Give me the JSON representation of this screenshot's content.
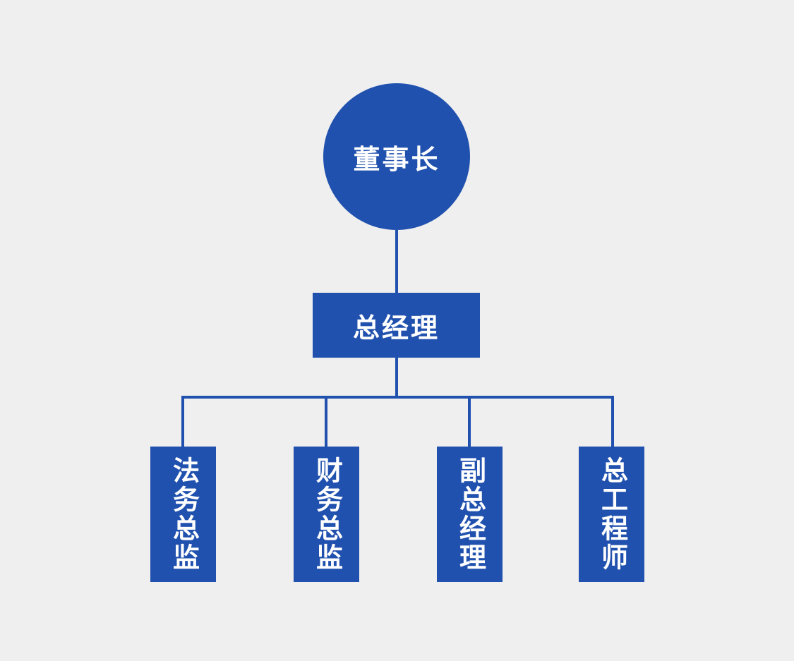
{
  "colors": {
    "background": "#EFEFEF",
    "shape_fill": "#2151AE",
    "line": "#2151AE",
    "node_text": "#FFFFFF"
  },
  "org_chart": {
    "root": {
      "label": "董事长",
      "shape": "circle"
    },
    "level2": {
      "label": "总经理",
      "shape": "rectangle"
    },
    "level3": [
      {
        "label": "法务总监"
      },
      {
        "label": "财务总监"
      },
      {
        "label": "副总经理"
      },
      {
        "label": "总工程师"
      }
    ]
  }
}
